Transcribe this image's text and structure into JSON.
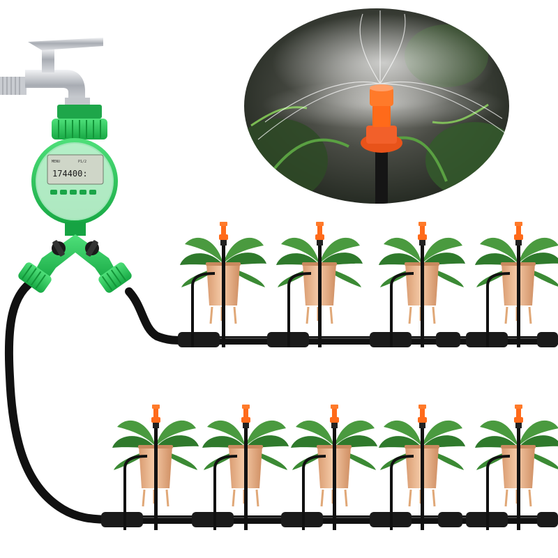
{
  "timer": {
    "lcd_small_left": "MENU",
    "lcd_small_right": "P1/2",
    "lcd_main": "174400:"
  },
  "colors": {
    "timer_green": "#2fd060",
    "timer_green_dark": "#12a03e",
    "hose_black": "#111111",
    "nozzle_orange": "#ff6a1a",
    "pot_tan": "#e9b48c",
    "leaf_green": "#3f8f3a",
    "faucet_silver": "#b9bcc2"
  },
  "inset_photo": {
    "subject": "sprinkler-spraying-plants"
  },
  "rows": [
    {
      "plant_count": 4
    },
    {
      "plant_count": 5
    }
  ]
}
